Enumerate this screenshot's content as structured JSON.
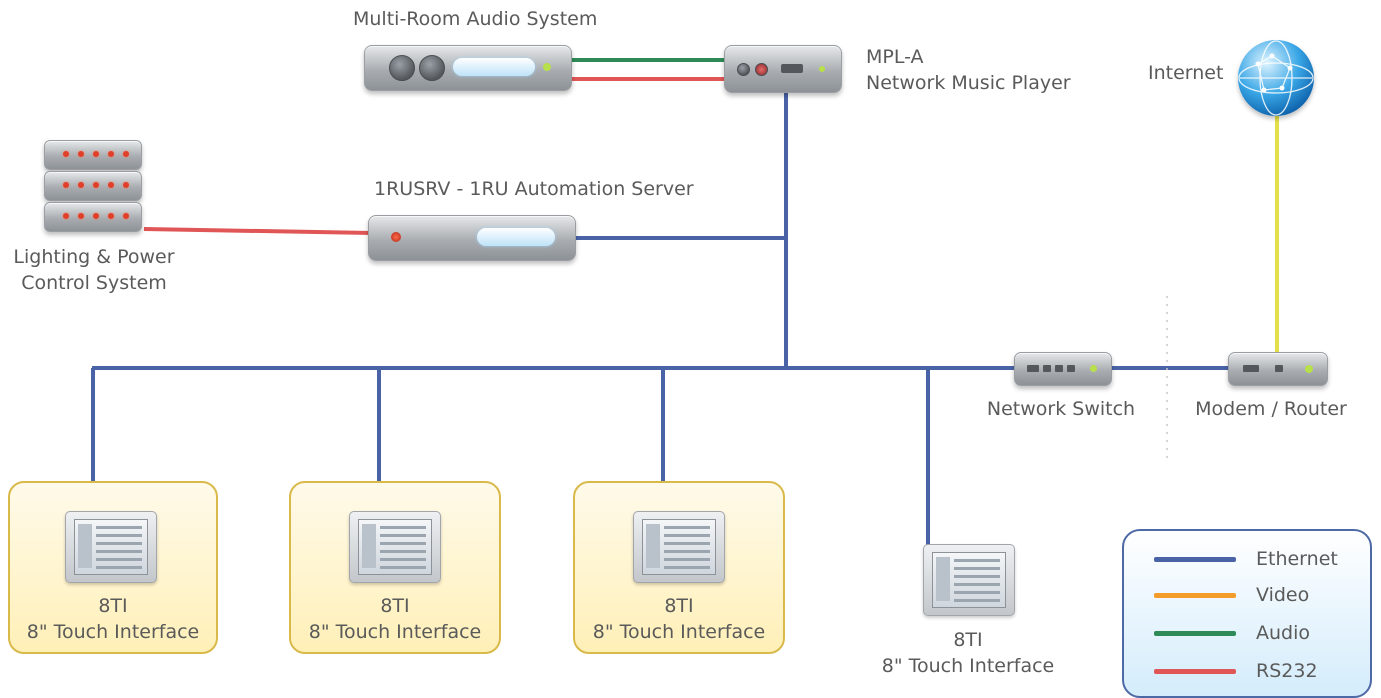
{
  "colors": {
    "ethernet": "#4a63a7",
    "video": "#f39c2a",
    "audio": "#2e8b57",
    "rs232": "#e05656",
    "internet_link": "#e5e04a",
    "panel_border": "#d9b94a",
    "led_green": "#b7e04b",
    "led_red": "#e0402a"
  },
  "devices": {
    "audio_system": {
      "label": "Multi-Room Audio System",
      "icon": "amplifier-icon"
    },
    "music_player": {
      "label_line1": "MPL-A",
      "label_line2": "Network Music Player",
      "icon": "music-player-icon"
    },
    "internet": {
      "label": "Internet",
      "icon": "globe-icon"
    },
    "automation_server": {
      "label": "1RUSRV - 1RU Automation Server",
      "icon": "server-icon"
    },
    "lighting": {
      "label_line1": "Lighting & Power",
      "label_line2": "Control System",
      "icon": "rack-icon"
    },
    "network_switch": {
      "label": "Network Switch",
      "icon": "switch-icon"
    },
    "modem_router": {
      "label": "Modem / Router",
      "icon": "router-icon"
    }
  },
  "touch_interfaces": [
    {
      "model": "8TI",
      "name": "8\" Touch Interface",
      "highlighted": true
    },
    {
      "model": "8TI",
      "name": "8\" Touch Interface",
      "highlighted": true
    },
    {
      "model": "8TI",
      "name": "8\" Touch Interface",
      "highlighted": true
    },
    {
      "model": "8TI",
      "name": "8\" Touch Interface",
      "highlighted": false
    }
  ],
  "legend": {
    "items": [
      {
        "label": "Ethernet",
        "color": "#4a63a7"
      },
      {
        "label": "Video",
        "color": "#f39c2a"
      },
      {
        "label": "Audio",
        "color": "#2e8b57"
      },
      {
        "label": "RS232",
        "color": "#e05656"
      }
    ]
  }
}
